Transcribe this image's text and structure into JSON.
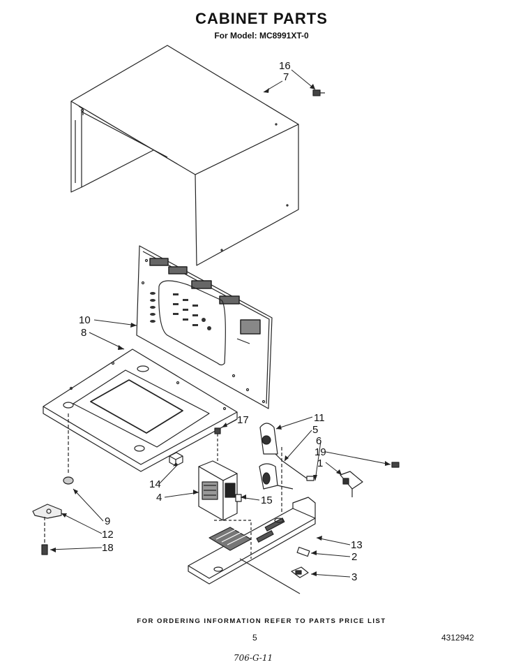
{
  "header": {
    "title": "CABINET PARTS",
    "subtitle": "For Model: MC8991XT-0"
  },
  "callouts": [
    "16",
    "7",
    "10",
    "8",
    "17",
    "11",
    "5",
    "6",
    "19",
    "1",
    "14",
    "4",
    "15",
    "13",
    "2",
    "3",
    "9",
    "12",
    "18"
  ],
  "footer": {
    "note": "FOR ORDERING INFORMATION REFER TO PARTS PRICE LIST",
    "page_number": "5",
    "doc_number": "4312942",
    "handwritten": "706-G-11"
  }
}
